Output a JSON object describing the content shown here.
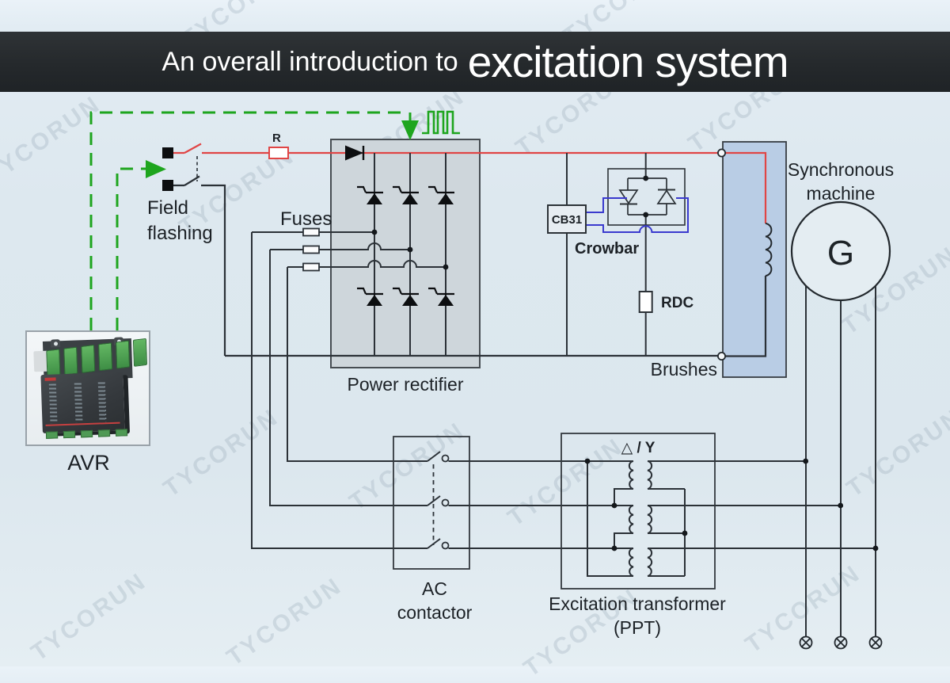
{
  "title": {
    "prefix": "An overall introduction to",
    "emphasis": "excitation system"
  },
  "labels": {
    "field_flashing": "Field flashing",
    "fuses": "Fuses",
    "resistor": "R",
    "power_rectifier": "Power rectifier",
    "crowbar": "Crowbar",
    "cb31": "CB31",
    "rdc": "RDC",
    "brushes": "Brushes",
    "synchronous_machine": "Synchronous machine",
    "generator": "G",
    "avr": "AVR",
    "ac_contactor": "AC contactor",
    "excitation_transformer": "Excitation transformer (PPT)",
    "winding_config": "△ / Y"
  },
  "watermark": {
    "text": "TYCORUN"
  },
  "colors": {
    "banner_bg": "#25292c",
    "wire": "#2b3137",
    "accent_red": "#e04545",
    "accent_green": "#1ea51e",
    "accent_blue": "#3a3ace",
    "rectifier_fill": "#ced6db",
    "brushes_fill": "#b9cde5"
  }
}
